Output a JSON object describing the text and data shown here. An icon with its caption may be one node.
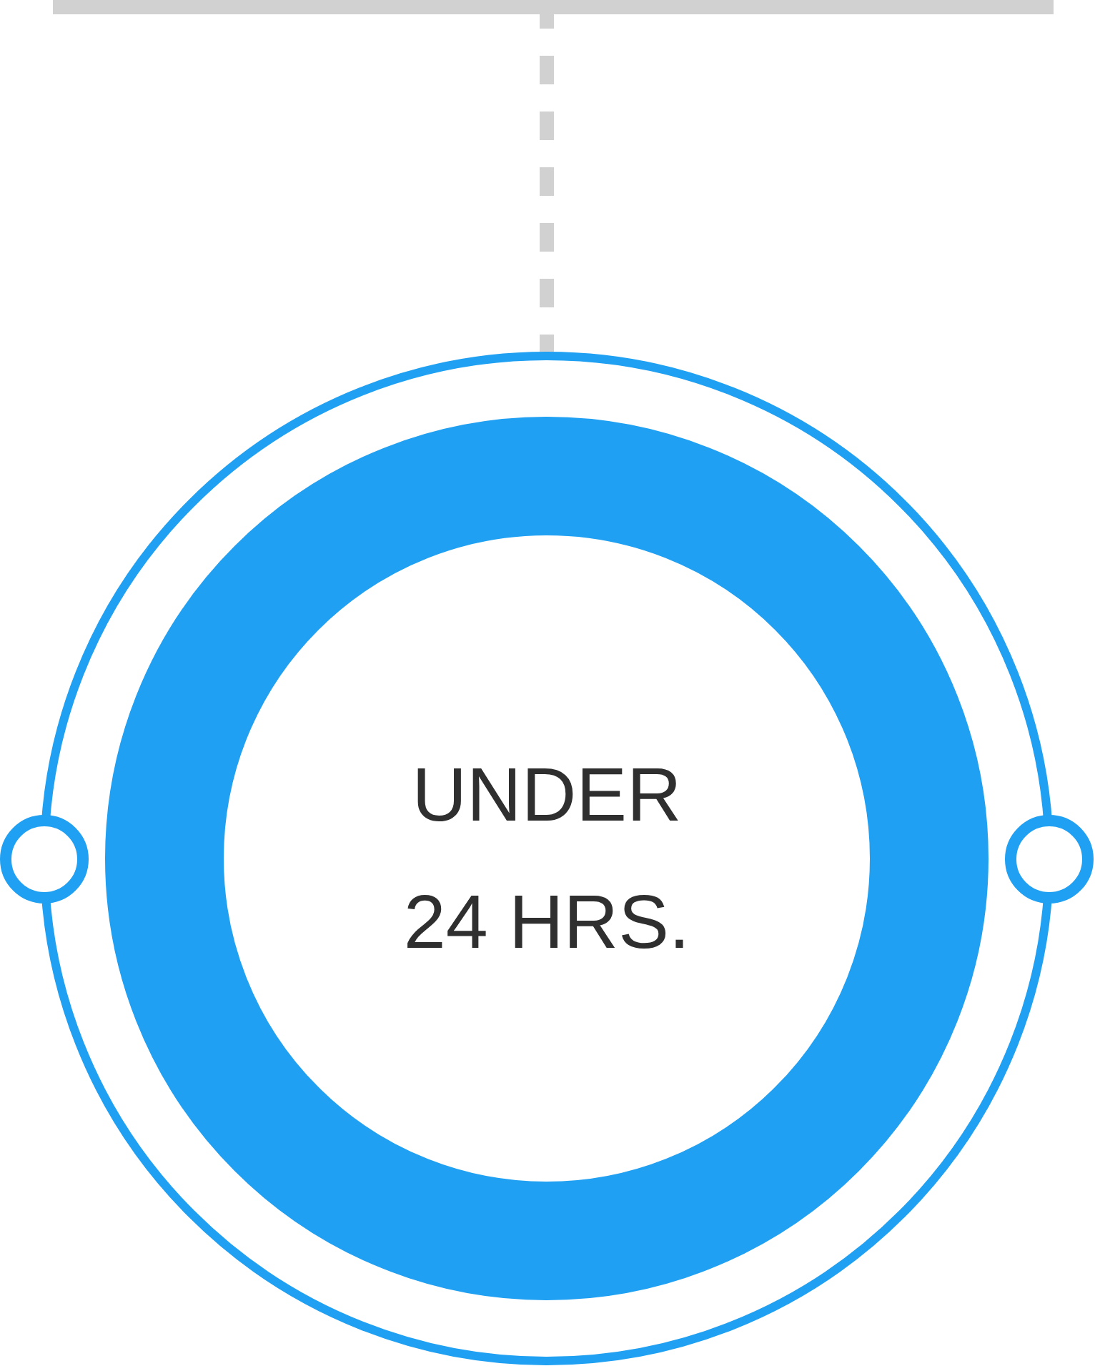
{
  "diagram": {
    "nodes": [
      {
        "text": [],
        "shape": "bar"
      },
      {
        "text": [
          "UNDER 24 HRS."
        ]
      }
    ],
    "edges": [
      {
        "from": 0,
        "to": 1,
        "arrow": "none",
        "style": "dashed"
      }
    ]
  }
}
